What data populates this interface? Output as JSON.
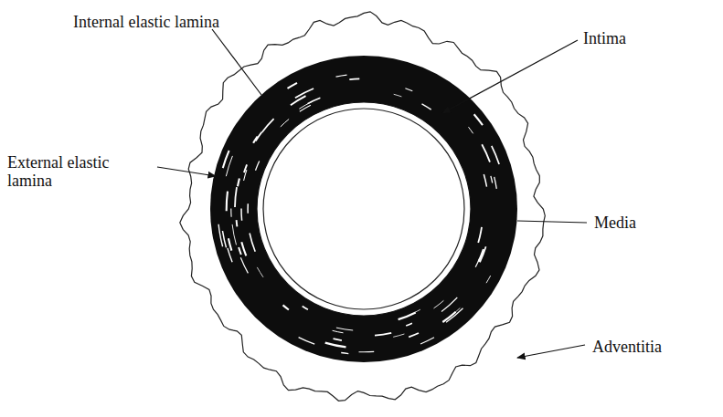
{
  "diagram": {
    "labels": [
      "Internal elastic lamina",
      "Intima",
      "Media",
      "External elastic lamina",
      "Adventitia"
    ]
  }
}
